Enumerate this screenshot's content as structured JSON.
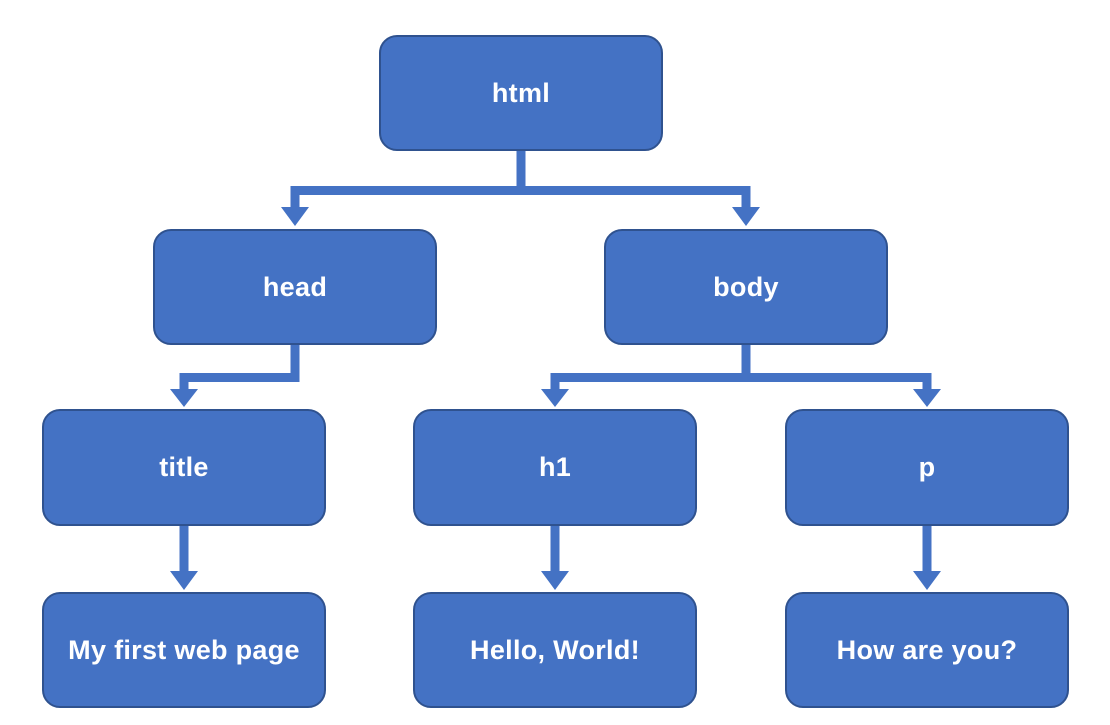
{
  "diagram": {
    "type": "tree",
    "description_of_pixels": "DOM tree of a simple web page drawn as blue rounded rectangles connected by thick blue elbow arrows"
  },
  "nodes": {
    "html": {
      "label": "html"
    },
    "head": {
      "label": "head"
    },
    "body": {
      "label": "body"
    },
    "title": {
      "label": "title"
    },
    "h1": {
      "label": "h1"
    },
    "p": {
      "label": "p"
    },
    "title_text": {
      "label": "My first web page"
    },
    "h1_text": {
      "label": "Hello, World!"
    },
    "p_text": {
      "label": "How are you?"
    }
  },
  "edges": [
    {
      "from": "html",
      "to": "head"
    },
    {
      "from": "html",
      "to": "body"
    },
    {
      "from": "head",
      "to": "title"
    },
    {
      "from": "body",
      "to": "h1"
    },
    {
      "from": "body",
      "to": "p"
    },
    {
      "from": "title",
      "to": "title_text"
    },
    {
      "from": "h1",
      "to": "h1_text"
    },
    {
      "from": "p",
      "to": "p_text"
    }
  ],
  "colors": {
    "background": "#ffffff",
    "node_fill": "#4472c4",
    "node_border": "#2f528f",
    "connector": "#4472c4",
    "label_text": "#ffffff"
  }
}
